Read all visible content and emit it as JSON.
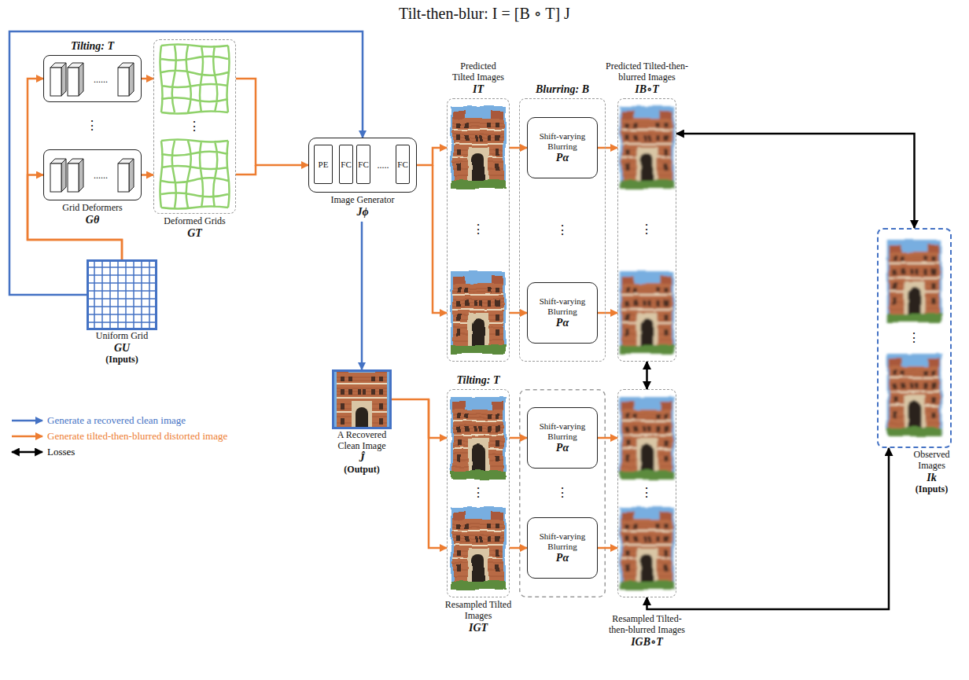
{
  "diagram": {
    "title": "Tilt-then-blur: I = [B ∘ T] J",
    "nodes": [
      {
        "text": [
          "Tilting: T"
        ]
      },
      {
        "text": [
          "Grid Deformers",
          "Gθ"
        ]
      },
      {
        "text": [
          "Deformed Grids",
          "GT"
        ]
      },
      {
        "text": [
          "Uniform Grid",
          "GU",
          "(Inputs)"
        ]
      },
      {
        "text": [
          "Image Generator",
          "Jϕ"
        ]
      },
      {
        "text": [
          "PE"
        ],
        "in": 4
      },
      {
        "text": [
          "FC"
        ],
        "in": 4
      },
      {
        "text": [
          "FC"
        ],
        "in": 4
      },
      {
        "text": [
          "FC"
        ],
        "in": 4
      },
      {
        "text": [
          "Predicted Tilted Images",
          "IT"
        ]
      },
      {
        "text": [
          "Blurring: B"
        ]
      },
      {
        "text": [
          "Shift-varying Blurring",
          "Pα"
        ],
        "in": 10
      },
      {
        "text": [
          "Shift-varying Blurring",
          "Pα"
        ],
        "in": 10
      },
      {
        "text": [
          "Predicted Tilted-then-blurred Images",
          "IB∘T"
        ]
      },
      {
        "text": [
          "A Recovered Clean Image",
          "Ĵ",
          "(Output)"
        ]
      },
      {
        "text": [
          "Tilting: T",
          "Resampled Tilted Images",
          "IGT"
        ]
      },
      {
        "text": [
          "Shift-varying Blurring",
          "Pα"
        ]
      },
      {
        "text": [
          "Shift-varying Blurring",
          "Pα"
        ]
      },
      {
        "text": [
          "Resampled Tilted-then-blurred Images",
          "IGB∘T"
        ]
      },
      {
        "text": [
          "Observed Images",
          "Ik",
          "(Inputs)"
        ]
      }
    ],
    "edges": [
      {
        "from": 3,
        "to": 0,
        "arrow": "to"
      },
      {
        "from": 3,
        "to": 1,
        "arrow": "to"
      },
      {
        "from": 0,
        "to": 2,
        "arrow": "to"
      },
      {
        "from": 1,
        "to": 2,
        "arrow": "to"
      },
      {
        "from": 2,
        "to": 4,
        "arrow": "to"
      },
      {
        "from": 3,
        "to": 4,
        "arrow": "to"
      },
      {
        "from": 4,
        "to": 9,
        "arrow": "to"
      },
      {
        "from": 4,
        "to": 14,
        "arrow": "to"
      },
      {
        "from": 9,
        "to": 11,
        "arrow": "to"
      },
      {
        "from": 9,
        "to": 12,
        "arrow": "to"
      },
      {
        "from": 11,
        "to": 13,
        "arrow": "to"
      },
      {
        "from": 12,
        "to": 13,
        "arrow": "to"
      },
      {
        "from": 14,
        "to": 15,
        "arrow": "to"
      },
      {
        "from": 15,
        "to": 16,
        "arrow": "to"
      },
      {
        "from": 15,
        "to": 17,
        "arrow": "to"
      },
      {
        "from": 16,
        "to": 18,
        "arrow": "to"
      },
      {
        "from": 17,
        "to": 18,
        "arrow": "to"
      },
      {
        "from": 13,
        "to": 19,
        "arrow": "both"
      },
      {
        "from": 13,
        "to": 18,
        "arrow": "both"
      },
      {
        "from": 18,
        "to": 19,
        "arrow": "both"
      }
    ],
    "labels": [
      "⋮",
      "⋮",
      "⋮",
      "⋮",
      "⋮",
      "⋮",
      "⋮",
      "⋮",
      "⋮",
      ".....",
      "......",
      "......"
    ],
    "legend": [
      {
        "text": "Generate a recovered clean image"
      },
      {
        "text": "Generate tilted-then-blurred distorted image"
      },
      {
        "text": "Losses"
      }
    ]
  }
}
